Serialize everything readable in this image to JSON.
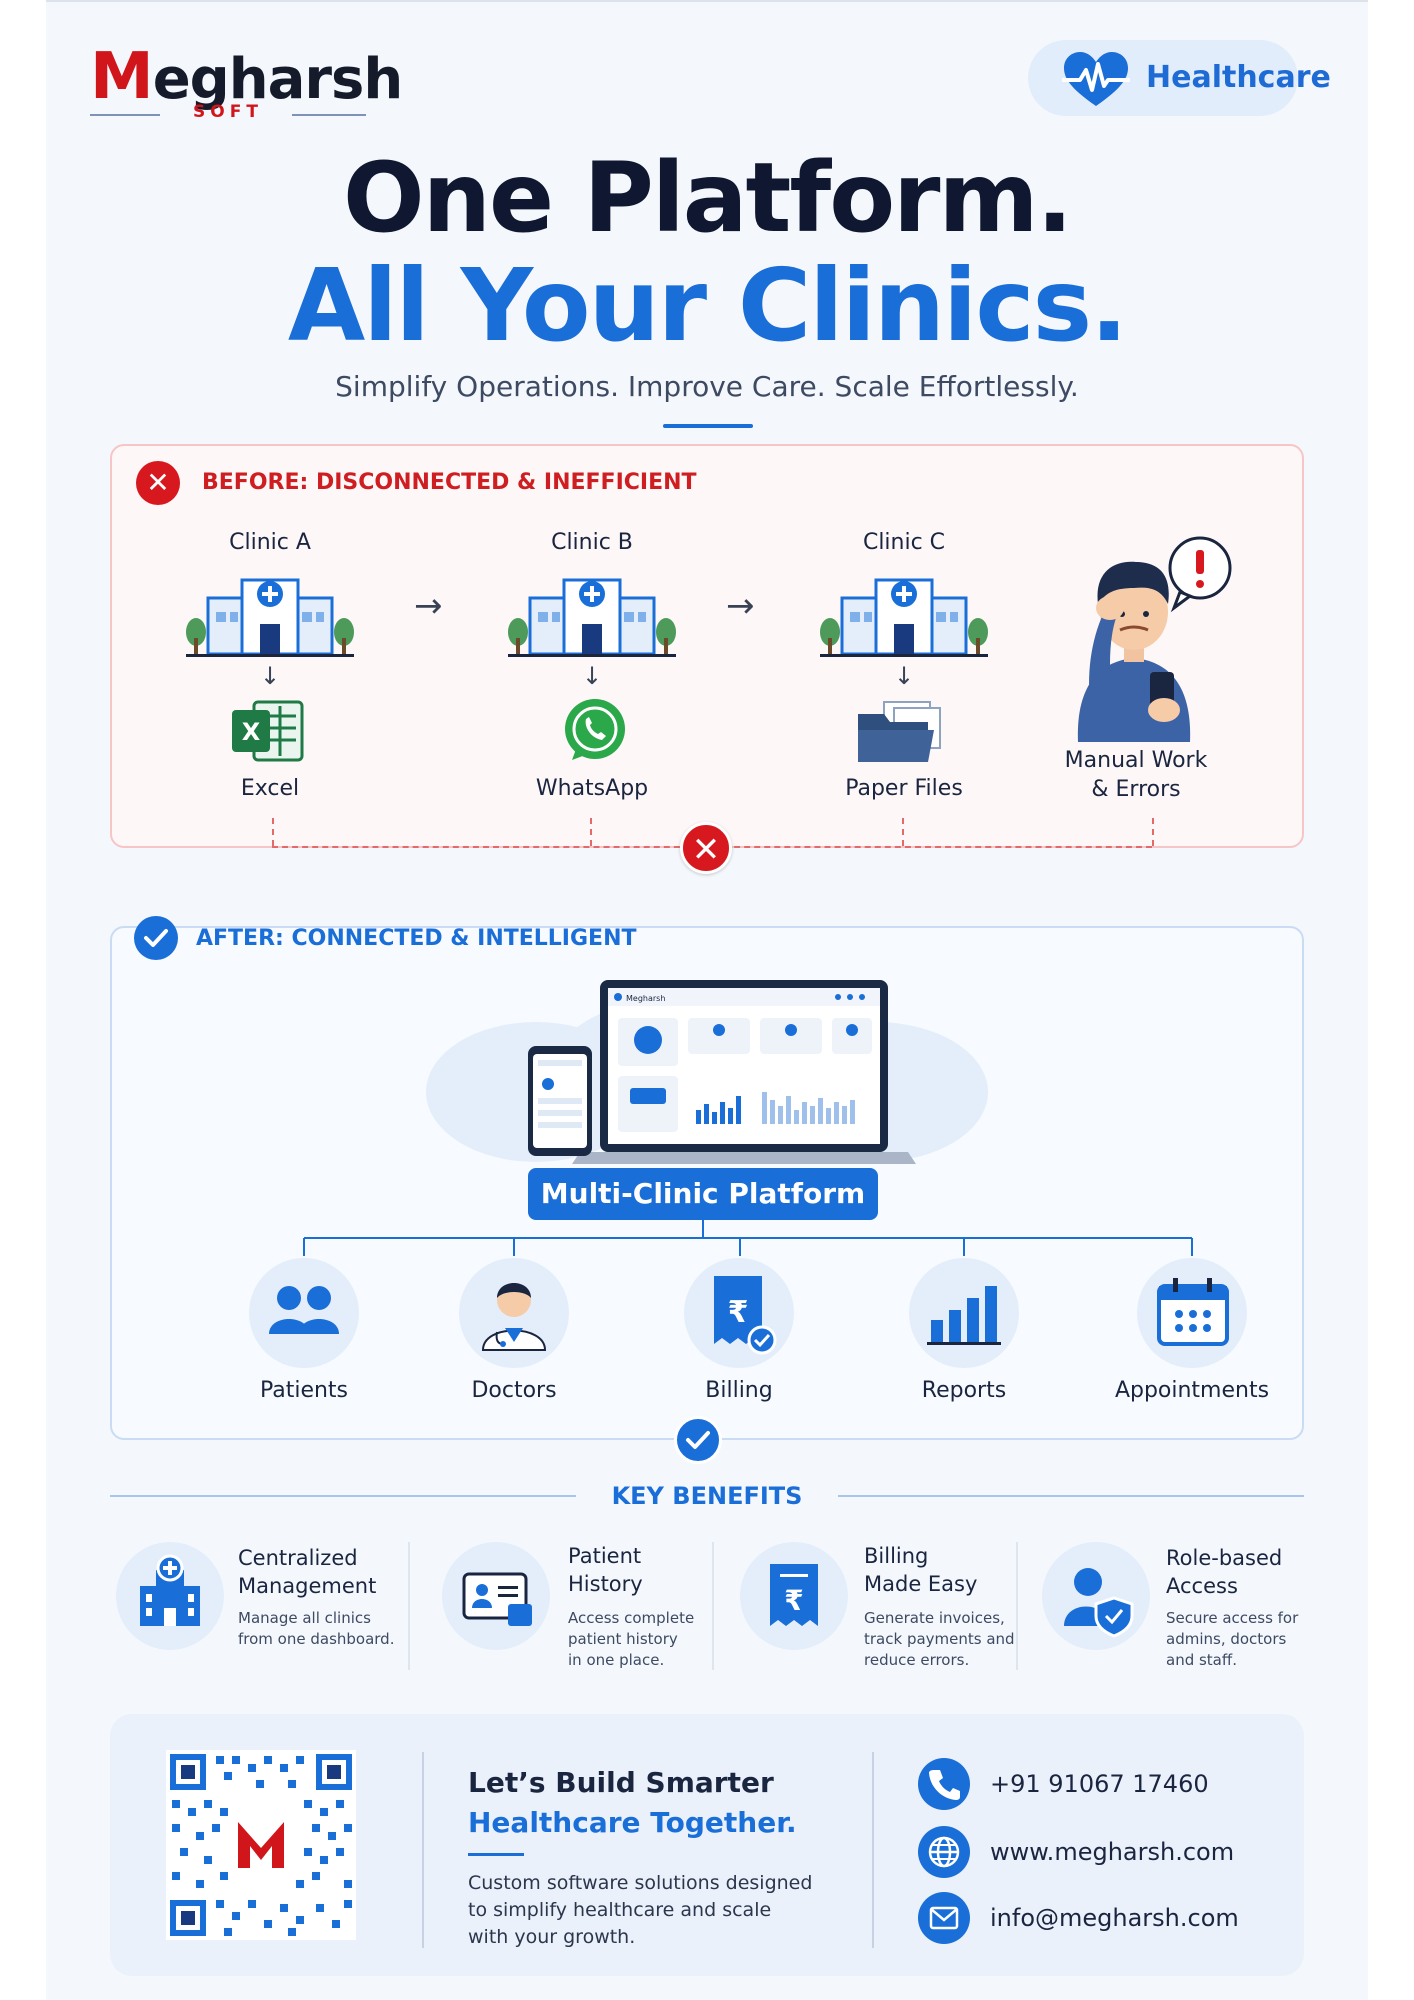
{
  "brand": {
    "name_rest": "egharsh",
    "name_initial": "M",
    "sub": "SOFT"
  },
  "header": {
    "pill_label": "Healthcare"
  },
  "hero": {
    "line1": "One Platform.",
    "line2": "All Your Clinics.",
    "subtitle": "Simplify Operations. Improve Care. Scale Effortlessly."
  },
  "before": {
    "title": "BEFORE: DISCONNECTED & INEFFICIENT",
    "clinics": [
      "Clinic A",
      "Clinic B",
      "Clinic C"
    ],
    "tools": [
      "Excel",
      "WhatsApp",
      "Paper Files"
    ],
    "manual_line1": "Manual Work",
    "manual_line2": "& Errors"
  },
  "after": {
    "title": "AFTER: CONNECTED & INTELLIGENT",
    "platform_label": "Multi-Clinic Platform",
    "laptop_brand": "Megharsh",
    "features": [
      "Patients",
      "Doctors",
      "Billing",
      "Reports",
      "Appointments"
    ]
  },
  "benefits": {
    "title": "KEY BENEFITS",
    "items": [
      {
        "title_l1": "Centralized",
        "title_l2": "Management",
        "desc_l1": "Manage all clinics",
        "desc_l2": "from one dashboard.",
        "desc_l3": ""
      },
      {
        "title_l1": "Patient",
        "title_l2": "History",
        "desc_l1": "Access complete",
        "desc_l2": "patient history",
        "desc_l3": "in one place."
      },
      {
        "title_l1": "Billing",
        "title_l2": "Made Easy",
        "desc_l1": "Generate invoices,",
        "desc_l2": "track payments and",
        "desc_l3": "reduce errors."
      },
      {
        "title_l1": "Role-based",
        "title_l2": "Access",
        "desc_l1": "Secure access for",
        "desc_l2": "admins, doctors",
        "desc_l3": "and staff."
      }
    ]
  },
  "footer": {
    "cta_line1": "Let’s Build Smarter",
    "cta_line2": "Healthcare Together.",
    "cta_desc_l1": "Custom software solutions designed",
    "cta_desc_l2": "to simplify healthcare and scale",
    "cta_desc_l3": "with your growth.",
    "phone": "+91 91067 17460",
    "website": "www.megharsh.com",
    "email": "info@megharsh.com"
  },
  "colors": {
    "brand_red": "#d0161b",
    "primary_blue": "#1a6ed8",
    "error_red": "#d7191f",
    "dark_text": "#0f1830"
  },
  "icons": [
    "heart-pulse-icon",
    "hospital-icon",
    "excel-icon",
    "whatsapp-icon",
    "folder-icon",
    "stressed-person-icon",
    "patients-icon",
    "doctor-icon",
    "billing-icon",
    "reports-icon",
    "calendar-icon",
    "phone-icon",
    "globe-icon",
    "mail-icon"
  ]
}
